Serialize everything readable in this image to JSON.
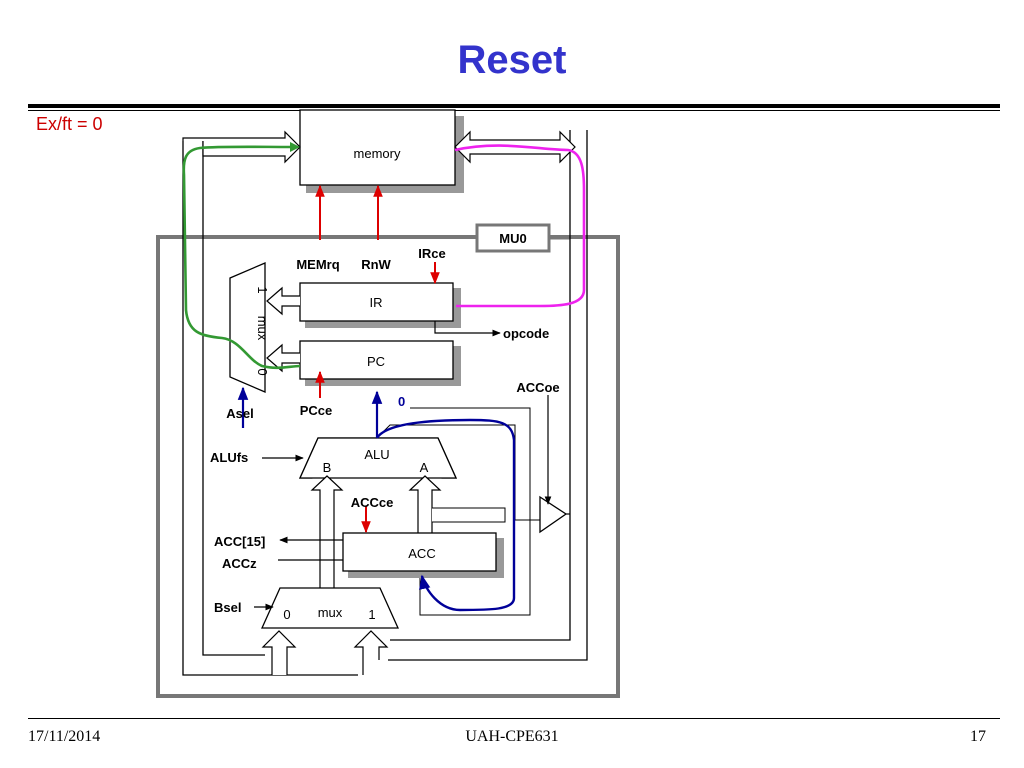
{
  "slide": {
    "title": "Reset",
    "subtitle": "Ex/ft = 0",
    "footer_date": "17/11/2014",
    "footer_course": "UAH-CPE631",
    "footer_page": "17"
  },
  "diagram": {
    "memory": "memory",
    "mu0": "MU0",
    "memrq": "MEMrq",
    "rnw": "RnW",
    "irce": "IRce",
    "ir": "IR",
    "opcode": "opcode",
    "pc": "PC",
    "pcce": "PCce",
    "asel": "Asel",
    "mux_a_1": "1",
    "mux_a_label": "mux",
    "mux_a_0": "0",
    "zero": "0",
    "accoe": "ACCoe",
    "alufs": "ALUfs",
    "alu": "ALU",
    "alu_b": "B",
    "alu_a": "A",
    "accce": "ACCce",
    "acc15": "ACC[15]",
    "accz": "ACCz",
    "acc": "ACC",
    "bsel": "Bsel",
    "mux_b_0": "0",
    "mux_b_label": "mux",
    "mux_b_1": "1"
  },
  "colors": {
    "title": "#3333cc",
    "subtitle": "#cc0000",
    "control_arrows": "#dd0000",
    "path_green": "#339933",
    "path_magenta": "#ee22ee",
    "path_blue": "#000099",
    "mu0_border": "#777777"
  }
}
